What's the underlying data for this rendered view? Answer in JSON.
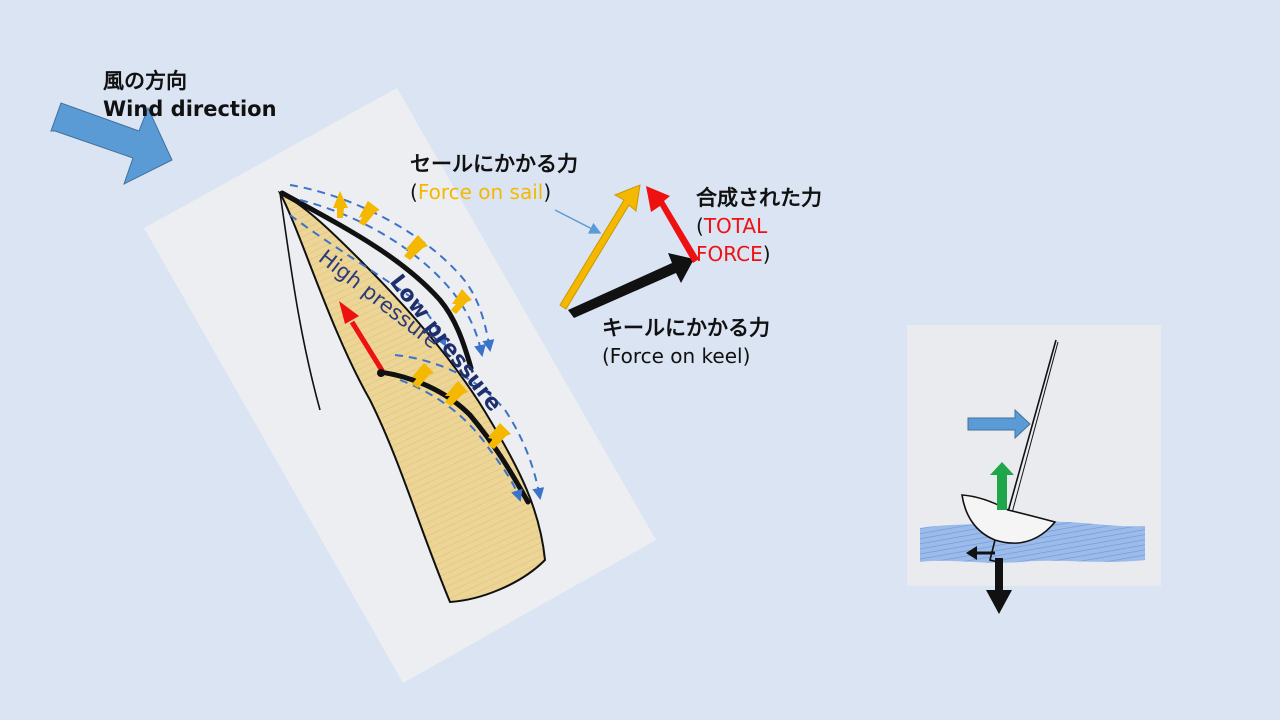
{
  "slide": {
    "background": "#dbe4f3"
  },
  "wind": {
    "label_jp": "風の方向",
    "label_en": "Wind direction",
    "arrow_color": "#5b9bd5"
  },
  "sail_sketch": {
    "low_pressure": "Low pressure",
    "high_pressure": "High pressure",
    "low_pressure_color": "#1f2f6e",
    "high_pressure_color": "#2b3b7a",
    "sail_fill": "#e8cf8a",
    "flow_arrow_color": "#3b73c9",
    "force_arrow_color": "#f5b800",
    "total_arrow_color": "#ee1111"
  },
  "force_diagram": {
    "sail_force": {
      "label_jp": "セールにかかる力",
      "paren_open": "(",
      "label_en": "Force on sail",
      "paren_close": ")",
      "color": "#f5b800"
    },
    "total_force": {
      "label_jp": "合成された力",
      "paren_open": "(",
      "line1": "TOTAL",
      "line2": "FORCE",
      "paren_close": ")",
      "color": "#ee1111"
    },
    "keel_force": {
      "label_jp": "キールにかかる力",
      "label_en": "(Force on keel)",
      "color": "#111111"
    }
  },
  "boat_inset": {
    "paper_color": "#e9ebef",
    "wind_arrow_color": "#5b9bd5",
    "lift_arrow_color": "#1fa64a",
    "water_color": "#3a78d8"
  }
}
